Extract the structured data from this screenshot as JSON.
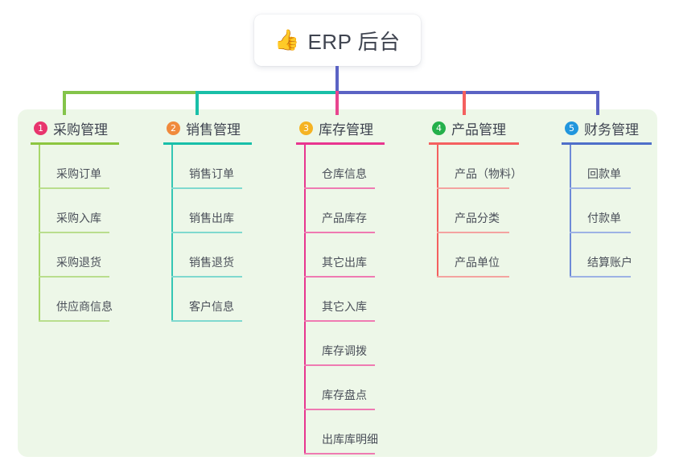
{
  "root": {
    "icon": "thumbs-up-icon",
    "emoji": "👍",
    "title": "ERP 后台"
  },
  "panel": {
    "background_color": "#edf7e8"
  },
  "connectors": {
    "stem_color": "#5b63c4",
    "segments": [
      {
        "name": "col1-to-col2",
        "color": "#84c44a"
      },
      {
        "name": "col2-to-col3",
        "color": "#19bfa8"
      },
      {
        "name": "col3-to-col5",
        "color": "#5b63c4"
      }
    ],
    "drops": [
      {
        "name": "drop-col1",
        "color": "#84c44a"
      },
      {
        "name": "drop-col2",
        "color": "#19bfa8"
      },
      {
        "name": "drop-col3",
        "color": "#e8458f"
      },
      {
        "name": "drop-col4",
        "color": "#f4605f"
      },
      {
        "name": "drop-col5",
        "color": "#5b63c4"
      }
    ]
  },
  "columns": [
    {
      "number": "1",
      "title": "采购管理",
      "badge_color": "#e8356d",
      "rule_color": "#8cc63f",
      "line_color": "#a8d76a",
      "leaf_rule_color": "#b9de8d",
      "items": [
        {
          "label": "采购订单"
        },
        {
          "label": "采购入库"
        },
        {
          "label": "采购退货"
        },
        {
          "label": "供应商信息"
        }
      ]
    },
    {
      "number": "2",
      "title": "销售管理",
      "badge_color": "#f08a3c",
      "rule_color": "#18bfa9",
      "line_color": "#34c6b4",
      "leaf_rule_color": "#7fd9cf",
      "items": [
        {
          "label": "销售订单"
        },
        {
          "label": "销售出库"
        },
        {
          "label": "销售退货"
        },
        {
          "label": "客户信息"
        }
      ]
    },
    {
      "number": "3",
      "title": "库存管理",
      "badge_color": "#f5b323",
      "rule_color": "#e8358f",
      "line_color": "#e8358f",
      "leaf_rule_color": "#ef7ab2",
      "items": [
        {
          "label": "仓库信息"
        },
        {
          "label": "产品库存"
        },
        {
          "label": "其它出库"
        },
        {
          "label": "其它入库"
        },
        {
          "label": "库存调拨"
        },
        {
          "label": "库存盘点"
        },
        {
          "label": "出库库明细"
        }
      ]
    },
    {
      "number": "4",
      "title": "产品管理",
      "badge_color": "#24b04b",
      "rule_color": "#f4605f",
      "line_color": "#f4605f",
      "leaf_rule_color": "#f4a3a0",
      "items": [
        {
          "label": "产品（物料）"
        },
        {
          "label": "产品分类"
        },
        {
          "label": "产品单位"
        }
      ]
    },
    {
      "number": "5",
      "title": "财务管理",
      "badge_color": "#2196dd",
      "rule_color": "#4f6fc9",
      "line_color": "#6d8ad8",
      "leaf_rule_color": "#9db2e4",
      "items": [
        {
          "label": "回款单"
        },
        {
          "label": "付款单"
        },
        {
          "label": "结算账户"
        }
      ]
    }
  ]
}
